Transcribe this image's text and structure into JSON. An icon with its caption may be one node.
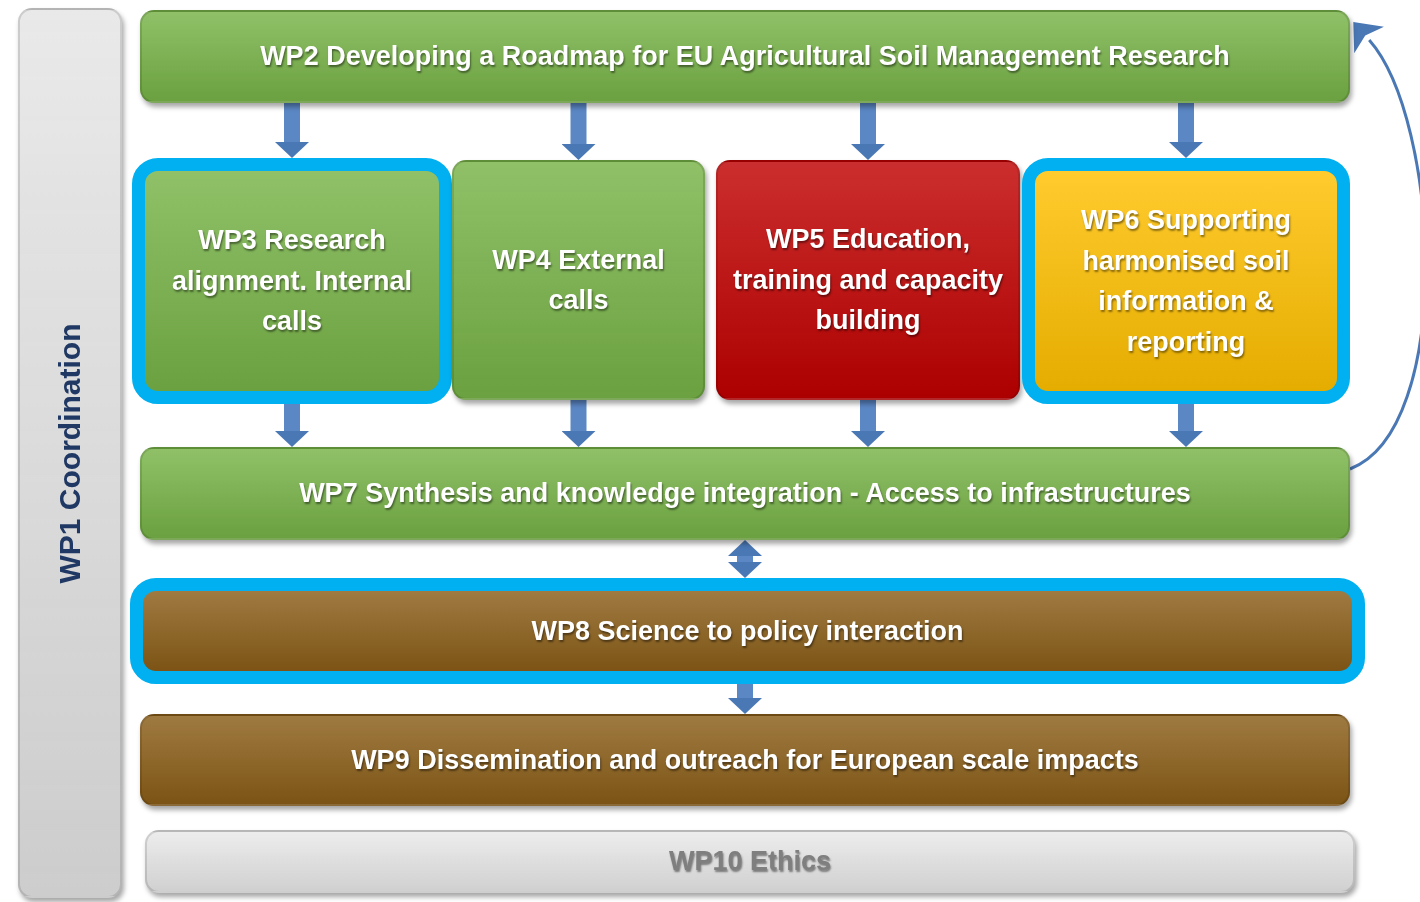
{
  "diagram": {
    "nodes": [
      {
        "text": [
          "WP1 Coordination"
        ]
      },
      {
        "text": [
          "WP2 Developing a Roadmap for EU Agricultural Soil Management Research"
        ]
      },
      {
        "text": [
          "WP3 Research alignment. Internal calls"
        ]
      },
      {
        "text": [
          "WP4 External calls"
        ]
      },
      {
        "text": [
          "WP5 Education, training and capacity building"
        ]
      },
      {
        "text": [
          "WP6 Supporting harmonised soil information & reporting"
        ]
      },
      {
        "text": [
          "WP7 Synthesis and knowledge integration - Access to infrastructures"
        ]
      },
      {
        "text": [
          "WP8 Science to policy interaction"
        ]
      },
      {
        "text": [
          "WP9 Dissemination and outreach for European scale impacts"
        ]
      },
      {
        "text": [
          "WP10 Ethics"
        ]
      }
    ],
    "edges": [
      {
        "from": 1,
        "to": 2,
        "arrow": "to"
      },
      {
        "from": 1,
        "to": 3,
        "arrow": "to"
      },
      {
        "from": 1,
        "to": 4,
        "arrow": "to"
      },
      {
        "from": 1,
        "to": 5,
        "arrow": "to"
      },
      {
        "from": 2,
        "to": 6,
        "arrow": "to"
      },
      {
        "from": 3,
        "to": 6,
        "arrow": "to"
      },
      {
        "from": 4,
        "to": 6,
        "arrow": "to"
      },
      {
        "from": 5,
        "to": 6,
        "arrow": "to"
      },
      {
        "from": 6,
        "to": 7,
        "arrow": "both"
      },
      {
        "from": 7,
        "to": 8,
        "arrow": "to"
      },
      {
        "from": 6,
        "to": 1,
        "arrow": "to"
      }
    ]
  }
}
